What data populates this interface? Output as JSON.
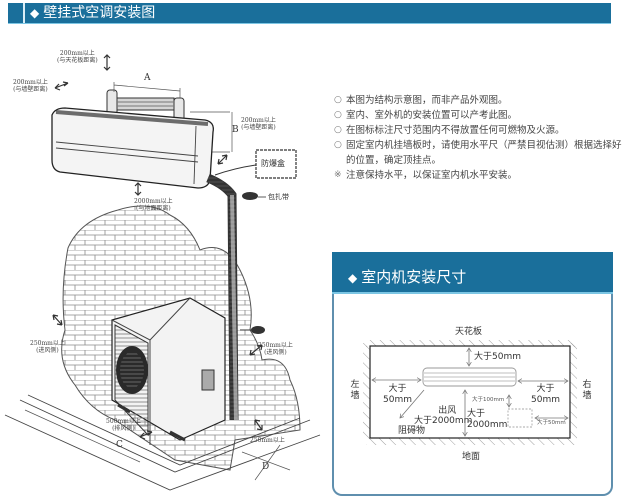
{
  "header": {
    "title": "壁挂式空调安装图",
    "bullet_icon": "diamond-icon",
    "accent_color": "#1a6f9b"
  },
  "notes": [
    {
      "bullet": "○",
      "text": "本图为结构示意图，而非产品外观图。"
    },
    {
      "bullet": "○",
      "text": "室内、室外机的安装位置可以产考此图。"
    },
    {
      "bullet": "○",
      "text": "在图标标注尺寸范围内不得放置任何可燃物及火源。"
    },
    {
      "bullet": "○",
      "text": "固定室内机挂墙板时，请使用水平尺（严禁目视估测）根据选择好的位置，确定顶挂点。"
    },
    {
      "bullet": "※",
      "text": "注意保持水平，以保证室内机水平安装。"
    }
  ],
  "install_diagram": {
    "ceiling_clearance": {
      "value": "200mm以上",
      "note": "(与天花板距离)"
    },
    "side_wall_clearance": {
      "value": "200mm以上",
      "note": "(与墙壁距离)"
    },
    "right_wall_clearance": {
      "value": "200mm以上",
      "note": "(与墙壁距离)"
    },
    "floor_clearance": {
      "value": "2000mm以上",
      "note": "(与地面距离)"
    },
    "outdoor_left_clearance": {
      "value": "250mm以上",
      "note": "(进风侧)"
    },
    "outdoor_right_clearance": {
      "value": "250mm以上",
      "note": "(进风侧)"
    },
    "outdoor_front_clearance": {
      "value": "500mm以上",
      "note": "(排风侧)"
    },
    "outdoor_back_clearance": {
      "value": "250mm以上"
    },
    "dimension_letters": [
      "A",
      "B",
      "C",
      "D"
    ],
    "junction_box_label": "防爆盒",
    "wrap_tape_label": "包扎带"
  },
  "indoor_panel": {
    "title": "室内机安装尺寸",
    "ceiling_label": "天花板",
    "floor_label": "地面",
    "left_wall_label": "左墙",
    "right_wall_label": "右墙",
    "top_gap": "大于50mm",
    "left_gap": {
      "line1": "大于",
      "line2": "50mm"
    },
    "right_gap": {
      "line1": "大于",
      "line2": "50mm"
    },
    "floor_gap": {
      "line1": "大于",
      "line2": "2000mm"
    },
    "below_gap": "大于100mm",
    "obstacle_gap": "大于50mm",
    "outlet_note": {
      "line1": "出风",
      "line2": "大于2000mm",
      "line3": "阻碍物"
    }
  }
}
